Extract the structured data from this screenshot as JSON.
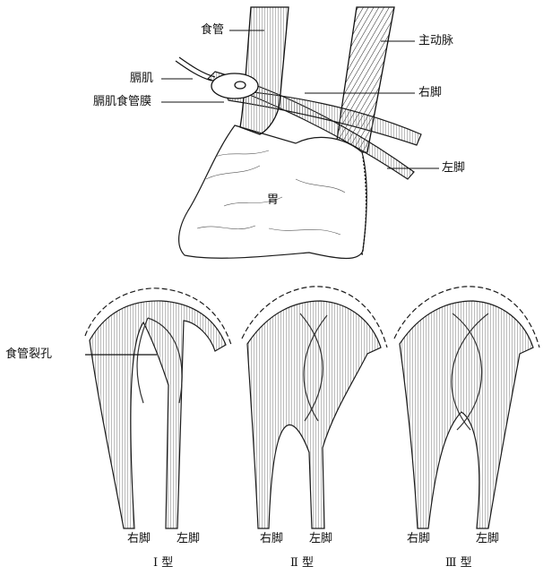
{
  "top_view": {
    "labels": {
      "esophagus": "食管",
      "diaphragm": "膈肌",
      "phrenoesophageal_membrane": "膈肌食管膜",
      "aorta": "主动脉",
      "right_crus": "右脚",
      "left_crus": "左脚",
      "stomach": "胃"
    }
  },
  "hiatus_types": [
    {
      "caption": "Ⅰ 型",
      "right_crus": "右脚",
      "left_crus": "左脚",
      "hiatus_label": "食管裂孔"
    },
    {
      "caption": "Ⅱ 型",
      "right_crus": "右脚",
      "left_crus": "左脚"
    },
    {
      "caption": "Ⅲ 型",
      "right_crus": "右脚",
      "left_crus": "左脚"
    }
  ],
  "colors": {
    "ink": "#1a1a1a",
    "paper": "#ffffff"
  }
}
